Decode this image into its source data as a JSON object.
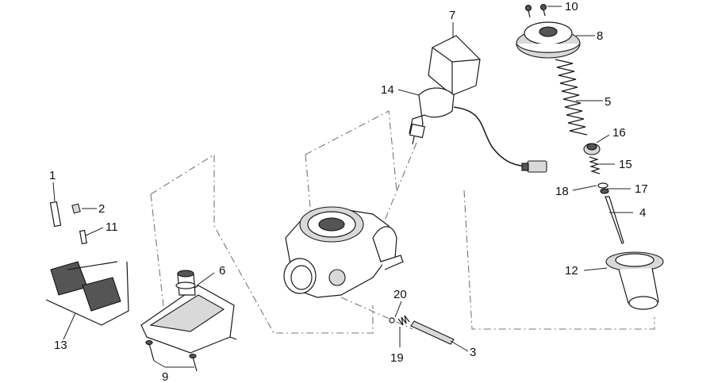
{
  "callouts": {
    "p1": "1",
    "p2": "2",
    "p3": "3",
    "p4": "4",
    "p5": "5",
    "p6": "6",
    "p7": "7",
    "p8": "8",
    "p9": "9",
    "p10": "10",
    "p11": "11",
    "p12": "12",
    "p13": "13",
    "p14": "14",
    "p15": "15",
    "p16": "16",
    "p17": "17",
    "p18": "18",
    "p19": "19",
    "p20": "20"
  },
  "colors": {
    "line": "#1a1a1a",
    "fill_light": "#d9d9d9",
    "fill_dark": "#555555",
    "dash": "#777777"
  }
}
